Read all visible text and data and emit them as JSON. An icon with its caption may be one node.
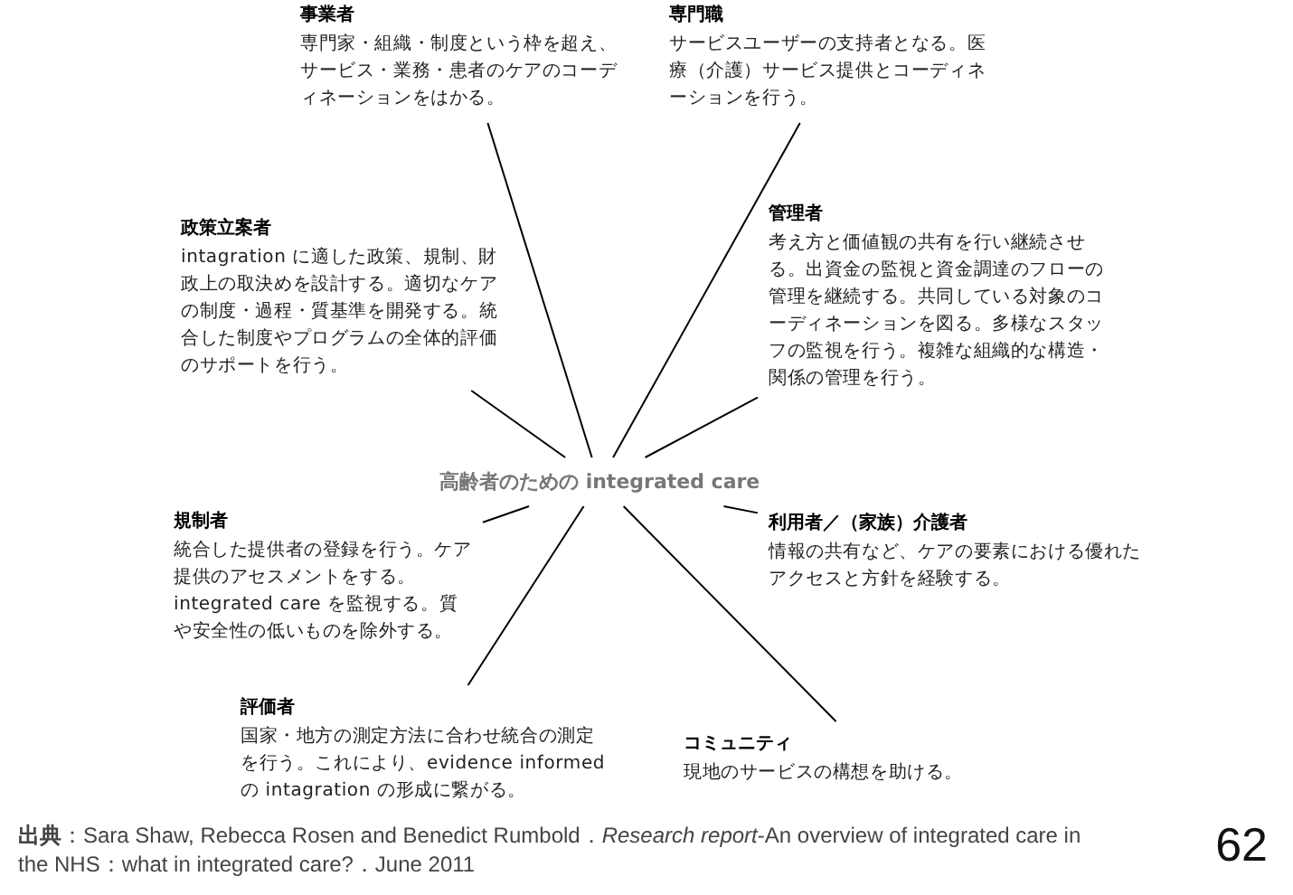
{
  "diagram": {
    "nodes": [
      {
        "text": [
          "高齢者のための integrated care"
        ]
      },
      {
        "text": [
          "事業者",
          "専門家・組織・制度という枠を超え、サービス・業務・患者のケアのコーディネーションをはかる。"
        ]
      },
      {
        "text": [
          "専門職",
          "サービスユーザーの支持者となる。医療（介護）サービス提供とコーディネーションを行う。"
        ]
      },
      {
        "text": [
          "政策立案者",
          "intagration に適した政策、規制、財政上の取決めを設計する。適切なケアの制度・過程・質基準を開発する。統合した制度やプログラムの全体的評価のサポートを行う。"
        ]
      },
      {
        "text": [
          "管理者",
          "考え方と価値観の共有を行い継続させる。出資金の監視と資金調達のフローの管理を継続する。共同している対象のコーディネーションを図る。多様なスタッフの監視を行う。複雑な組織的な構造・関係の管理を行う。"
        ]
      },
      {
        "text": [
          "規制者",
          "統合した提供者の登録を行う。ケア提供のアセスメントをする。integrated care を監視する。質や安全性の低いものを除外する。"
        ]
      },
      {
        "text": [
          "利用者／（家族）介護者",
          "情報の共有など、ケアの要素における優れたアクセスと方針を経験する。"
        ]
      },
      {
        "text": [
          "評価者",
          "国家・地方の測定方法に合わせ統合の測定を行う。これにより、evidence informed の intagration の形成に繋がる。"
        ]
      },
      {
        "text": [
          "コミュニティ",
          "現地のサービスの構想を助ける。"
        ]
      }
    ],
    "edges": [
      {
        "from": 0,
        "to": 1,
        "arrow": "none"
      },
      {
        "from": 0,
        "to": 2,
        "arrow": "none"
      },
      {
        "from": 0,
        "to": 3,
        "arrow": "none"
      },
      {
        "from": 0,
        "to": 4,
        "arrow": "none"
      },
      {
        "from": 0,
        "to": 5,
        "arrow": "none"
      },
      {
        "from": 0,
        "to": 6,
        "arrow": "none"
      },
      {
        "from": 0,
        "to": 7,
        "arrow": "none"
      },
      {
        "from": 0,
        "to": 8,
        "arrow": "none"
      }
    ],
    "caption": "**出典**：Sara Shaw, Rebecca Rosen and Benedict Rumbold．*Research report*-An overview of integrated care in the NHS：what in integrated care?．June 2011",
    "labels": [
      "62"
    ]
  }
}
